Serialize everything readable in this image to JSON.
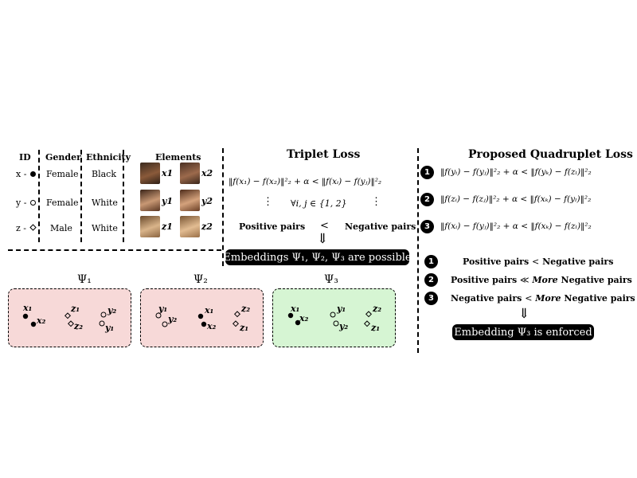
{
  "table": {
    "headers": [
      "ID",
      "Gender",
      "Ethnicity",
      "Elements"
    ],
    "rows": [
      {
        "id": "x -",
        "gender": "Female",
        "ethnicity": "Black",
        "e1": "x1",
        "e2": "x2"
      },
      {
        "id": "y -",
        "gender": "Female",
        "ethnicity": "White",
        "e1": "y1",
        "e2": "y2"
      },
      {
        "id": "z -",
        "gender": "Male",
        "ethnicity": "White",
        "e1": "z1",
        "e2": "z2"
      }
    ]
  },
  "triplet": {
    "title": "Triplet Loss",
    "formula": "‖f(x₁) − f(x₂)‖²₂ + α < ‖f(xᵢ) − f(yⱼ)‖²₂",
    "dots": "⋮",
    "forall": "∀i, j ∈ {1, 2}",
    "positive": "Positive pairs",
    "lt": "<",
    "negative": "Negative pairs",
    "arrow": "⇓",
    "result": "Embeddings Ψ₁, Ψ₂, Ψ₃ are possible"
  },
  "quad": {
    "title": "Proposed Quadruplet Loss",
    "formulas": [
      {
        "n": "1",
        "text": "‖f(yᵢ) − f(yⱼ)‖²₂ + α < ‖f(yₖ) − f(zₗ)‖²₂"
      },
      {
        "n": "2",
        "text": "‖f(zᵢ) − f(zⱼ)‖²₂ + α < ‖f(xₖ) − f(yₗ)‖²₂"
      },
      {
        "n": "3",
        "text": "‖f(xᵢ) − f(yⱼ)‖²₂ + α < ‖f(xₖ) − f(zₗ)‖²₂"
      }
    ],
    "statements": [
      {
        "n": "1",
        "a": "Positive pairs",
        "op": "<",
        "more": "",
        "b": "Negative pairs"
      },
      {
        "n": "2",
        "a": "Positive pairs",
        "op": "≪",
        "more": "More",
        "b": "Negative pairs"
      },
      {
        "n": "3",
        "a": "Negative pairs",
        "op": "<",
        "more": "More",
        "b": "Negative pairs"
      }
    ],
    "arrow": "⇓",
    "result": "Embedding Ψ₃ is enforced"
  },
  "embeddings": [
    {
      "title": "Ψ₁",
      "fill": "#f7d9d8",
      "labels": {
        "x1": "x₁",
        "x2": "x₂",
        "z1": "z₁",
        "z2": "z₂",
        "y2": "y₂",
        "y1": "y₁"
      }
    },
    {
      "title": "Ψ₂",
      "fill": "#f7d9d8",
      "labels": {
        "y1": "y₁",
        "y2": "y₂",
        "x1": "x₁",
        "x2": "x₂",
        "z2": "z₂",
        "z1": "z₁"
      }
    },
    {
      "title": "Ψ₃",
      "fill": "#d6f5d3",
      "labels": {
        "x1": "x₁",
        "x2": "x₂",
        "y1": "y₁",
        "y2": "y₂",
        "z2": "z₂",
        "z1": "z₁"
      }
    }
  ]
}
